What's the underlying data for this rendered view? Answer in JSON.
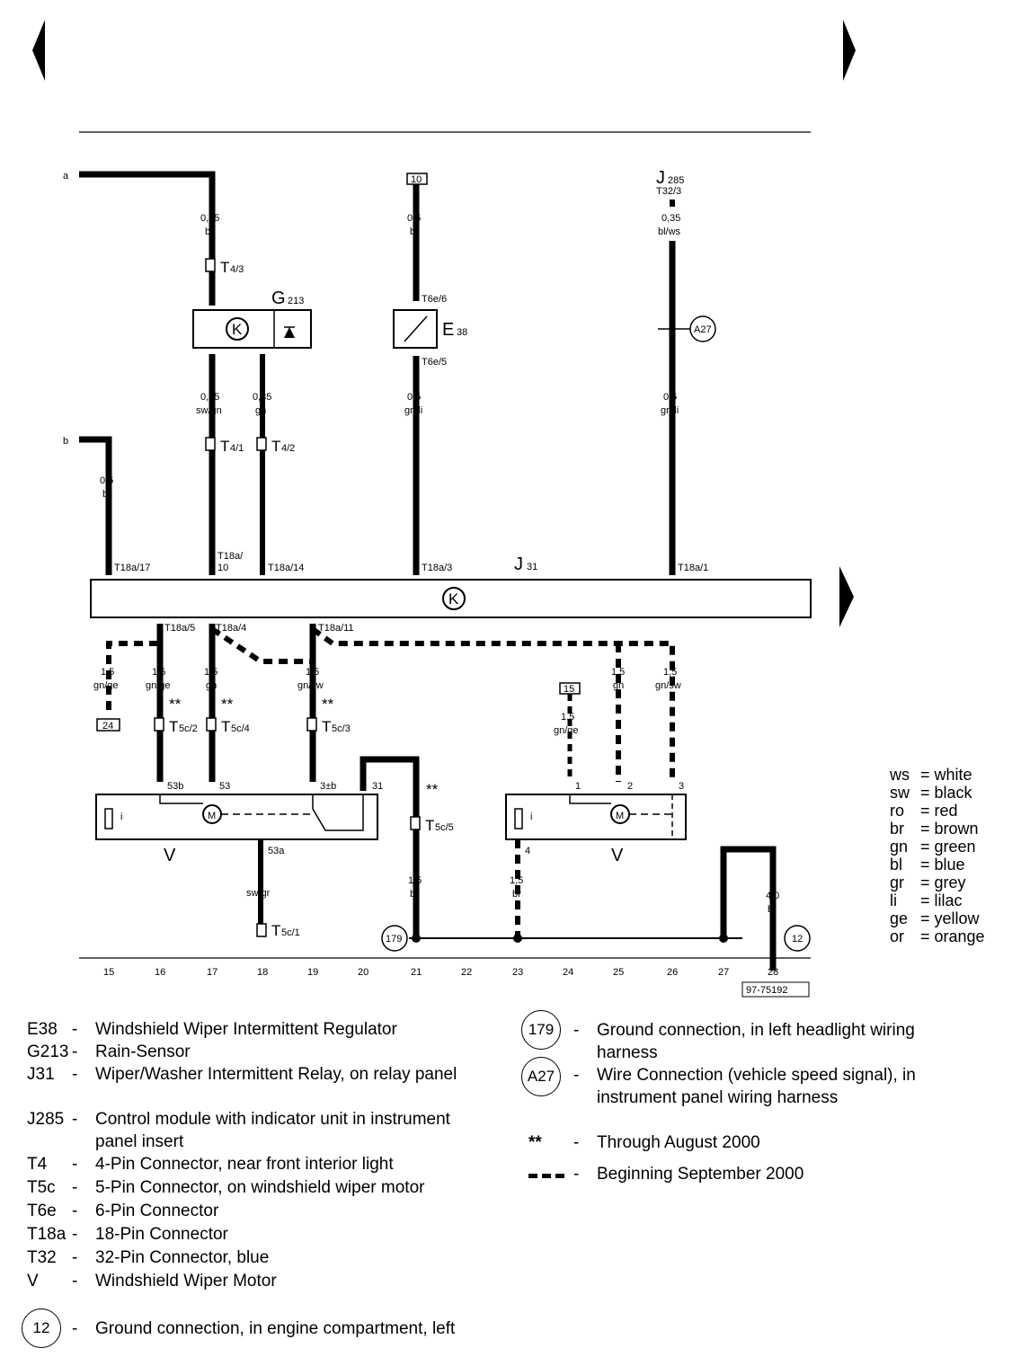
{
  "nav": {
    "prev_icon": "triangle-left-icon",
    "next_icon": "triangle-right-icon",
    "page_next_icon": "triangle-right-icon"
  },
  "labels": {
    "a": "a",
    "b": "b",
    "g213": "G",
    "g213_sub": "213",
    "e38": "E",
    "e38_sub": "38",
    "j31": "J",
    "j31_sub": "31",
    "j285": "J",
    "j285_sub": "285",
    "j285_conn": "T32/3",
    "box10": "10",
    "box15": "15",
    "box24": "24",
    "a27": "A27",
    "g179": "179",
    "g12": "12",
    "v_left": "V",
    "v_right": "V",
    "motor": "M",
    "fuse": "i",
    "diagram_id": "97-75192",
    "star": "**"
  },
  "wires": {
    "w1": [
      "0,35",
      "br"
    ],
    "w2": [
      "0,5",
      "br"
    ],
    "w3": [
      "0,35",
      "bl/ws"
    ],
    "w4": [
      "0,35",
      "sw/gn"
    ],
    "w5": [
      "0,35",
      "gn"
    ],
    "w6": [
      "0,5",
      "gn/li"
    ],
    "w7": [
      "0,5",
      "gn/li"
    ],
    "w8": [
      "0,5",
      "br"
    ],
    "w9": [
      "1,5",
      "gn/ge"
    ],
    "w10": [
      "1,5",
      "gn/ge"
    ],
    "w11": [
      "1,5",
      "gn"
    ],
    "w12": [
      "1,5",
      "gn/sw"
    ],
    "w13": [
      "1,5",
      "gn"
    ],
    "w14": [
      "1,5",
      "gn/sw"
    ],
    "w15": [
      "1,5",
      "gn/ge"
    ],
    "w16": [
      "sw/gr"
    ],
    "w17": [
      "1,5",
      "br"
    ],
    "w18": [
      "1,5",
      "br"
    ],
    "w19": [
      "4,0",
      "br"
    ]
  },
  "connectors": {
    "t43": "T",
    "t43s": "4/3",
    "t41": "T",
    "t41s": "4/1",
    "t42": "T",
    "t42s": "4/2",
    "t6e6": "T6e/6",
    "t6e5": "T6e/5",
    "t18a17": "T18a/17",
    "t18a10a": "T18a/",
    "t18a10b": "10",
    "t18a14": "T18a/14",
    "t18a3": "T18a/3",
    "t18a1": "T18a/1",
    "t18a5": "T18a/5",
    "t18a4": "T18a/4",
    "t18a11": "T18a/11",
    "t5c": "T",
    "t5c2": "5c/2",
    "t5c4": "5c/4",
    "t5c3": "5c/3",
    "t5c5": "5c/5",
    "t5c1": "5c/1",
    "p53b": "53b",
    "p53": "53",
    "p31b": "3±b",
    "p31": "31",
    "p53a": "53a",
    "p1": "1",
    "p2": "2",
    "p3": "3",
    "p4": "4"
  },
  "track_numbers": [
    "15",
    "16",
    "17",
    "18",
    "19",
    "20",
    "21",
    "22",
    "23",
    "24",
    "25",
    "26",
    "27",
    "28"
  ],
  "color_codes": [
    {
      "code": "ws",
      "name": "white"
    },
    {
      "code": "sw",
      "name": "black"
    },
    {
      "code": "ro",
      "name": "red"
    },
    {
      "code": "br",
      "name": "brown"
    },
    {
      "code": "gn",
      "name": "green"
    },
    {
      "code": "bl",
      "name": "blue"
    },
    {
      "code": "gr",
      "name": "grey"
    },
    {
      "code": "li",
      "name": "lilac"
    },
    {
      "code": "ge",
      "name": "yellow"
    },
    {
      "code": "or",
      "name": "orange"
    }
  ],
  "legend_left": [
    {
      "code": "E38",
      "dash": "-",
      "desc": "Windshield Wiper Intermittent Regulator"
    },
    {
      "code": "G213",
      "dash": "-",
      "desc": "Rain-Sensor"
    },
    {
      "code": "J31",
      "dash": "-",
      "desc": "Wiper/Washer Intermittent Relay, on relay panel"
    },
    {
      "code": "J285",
      "dash": "-",
      "desc": "Control module with indicator unit in instrument panel insert"
    },
    {
      "code": "T4",
      "dash": "-",
      "desc": "4-Pin Connector, near front interior light"
    },
    {
      "code": "T5c",
      "dash": "-",
      "desc": "5-Pin Connector, on windshield wiper motor"
    },
    {
      "code": "T6e",
      "dash": "-",
      "desc": "6-Pin Connector"
    },
    {
      "code": "T18a",
      "dash": "-",
      "desc": "18-Pin Connector"
    },
    {
      "code": "T32",
      "dash": "-",
      "desc": "32-Pin Connector, blue"
    },
    {
      "code": "V",
      "dash": "-",
      "desc": "Windshield Wiper Motor"
    }
  ],
  "legend_ground12": {
    "code": "12",
    "dash": "-",
    "desc": "Ground connection, in engine compartment, left"
  },
  "legend_right": [
    {
      "code": "179",
      "dash": "-",
      "desc": "Ground connection, in left headlight wiring harness"
    },
    {
      "code": "A27",
      "dash": "-",
      "desc": "Wire Connection (vehicle speed signal), in instrument panel wiring harness"
    }
  ],
  "legend_notes": [
    {
      "symbol": "**",
      "dash": "-",
      "desc": "Through August 2000"
    },
    {
      "symbol": "dashed-line",
      "dash": "-",
      "desc": "Beginning September 2000"
    }
  ]
}
